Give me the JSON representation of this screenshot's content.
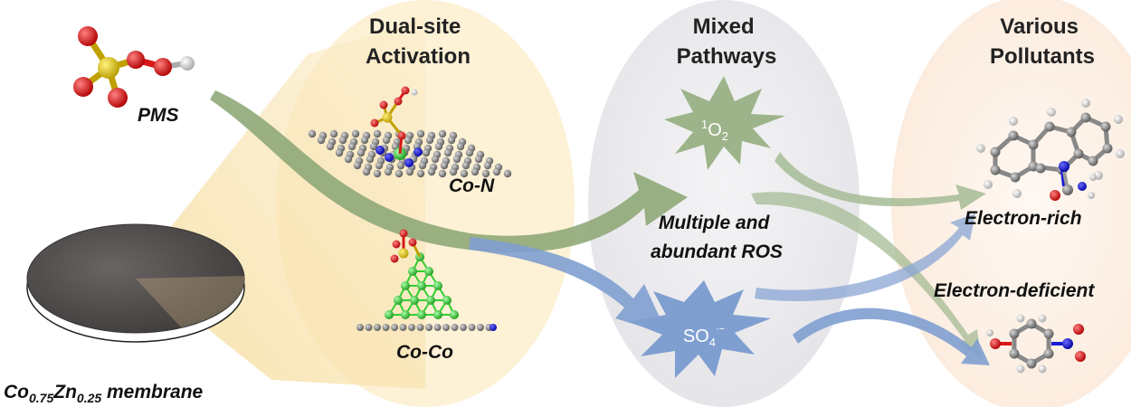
{
  "headers": {
    "activation": [
      "Dual-site",
      "Activation"
    ],
    "pathways": [
      "Mixed",
      "Pathways"
    ],
    "pollutants": [
      "Various",
      "Pollutants"
    ]
  },
  "labels": {
    "pms": "PMS",
    "con": "Co-N",
    "coco": "Co-Co",
    "ros_line1": "Multiple and",
    "ros_line2": "abundant ROS",
    "electron_rich": "Electron-rich",
    "electron_deficient": "Electron-deficient"
  },
  "species": {
    "singlet_oxygen": {
      "sup": "1",
      "main": "O",
      "sub": "2"
    },
    "sulfate_radical": {
      "main": "SO",
      "sub": "4",
      "sup": "·−"
    }
  },
  "membrane": {
    "co": "Co",
    "co_sub": "0.75",
    "zn": "Zn",
    "zn_sub": "0.25",
    "word": " membrane"
  },
  "colors": {
    "green_arrow": "#8fa878",
    "blue_arrow": "#7f9fd0",
    "activation_bg": "#fdf1d6",
    "pathways_bg": "#ececef",
    "pollutants_bg": "#fdf3ea",
    "cobalt_green": "#2fd02f",
    "nitrogen_blue": "#1a1ad8",
    "oxygen_red": "#d81818",
    "sulfur_yellow": "#d8c018"
  }
}
